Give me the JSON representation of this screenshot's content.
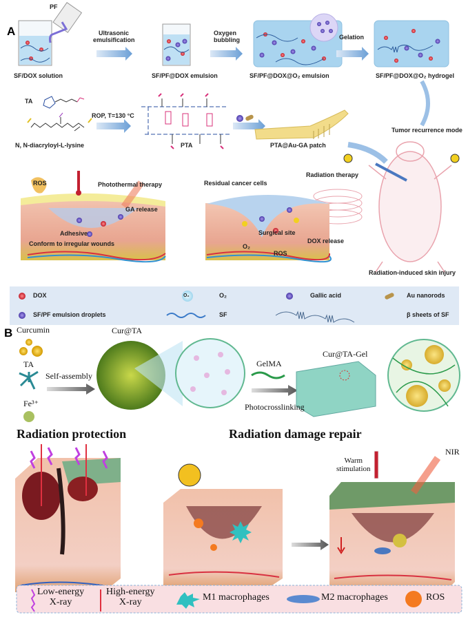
{
  "panel_a": {
    "label": "A",
    "pf": "PF",
    "steps": [
      "SF/DOX solution",
      "SF/PF@DOX emulsion",
      "SF/PF@DOX@O₂ emulsion",
      "SF/PF@DOX@O₂ hydrogel"
    ],
    "arrows": [
      "Ultrasonic emulsification",
      "Oxygen bubbling",
      "Gelation"
    ],
    "ta": "TA",
    "lysine": "N, N-diacryloyl-L-lysine",
    "rop": "ROP, T=130 °C",
    "pta": "PTA",
    "patch": "PTA@Au-GA patch",
    "tumor_mode": "Tumor recurrence mode",
    "radiation_therapy": "Radiation therapy",
    "skin_injury": "Radiation-induced skin injury",
    "left_skin": {
      "ros": "ROS",
      "photothermal": "Photothermal therapy",
      "ga_release": "GA release",
      "adhesive": "Adhesive",
      "conform": "Conform to irregular wounds"
    },
    "mid_skin": {
      "residual": "Residual cancer cells",
      "surgical": "Surgical site",
      "o2": "O₂",
      "ros": "ROS",
      "dox_release": "DOX release"
    },
    "legend": {
      "dox": "DOX",
      "o2_icon": "O₂",
      "o2": "O₂",
      "gallic": "Gallic acid",
      "au": "Au nanorods",
      "droplets": "SF/PF emulsion droplets",
      "sf": "SF",
      "beta": "β sheets of  SF"
    }
  },
  "panel_b": {
    "label": "B",
    "curcumin": "Curcumin",
    "ta": "TA",
    "fe": "Fe³⁺",
    "self_assembly": "Self-assembly",
    "cur_ta": "Cur@TA",
    "gelma": "GelMA",
    "photocrosslinking": "Photocrosslinking",
    "cur_ta_gel": "Cur@TA-Gel",
    "heading_protection": "Radiation protection",
    "heading_repair": "Radiation damage repair",
    "warm": "Warm\nstimulation",
    "warm_l1": "Warm",
    "warm_l2": "stimulation",
    "nir": "NIR",
    "legend": {
      "low_l1": "Low-energy",
      "low_l2": "X-ray",
      "high_l1": "High-energy",
      "high_l2": "X-ray",
      "m1": "M1 macrophages",
      "m2": "M2 macrophages",
      "ros": "ROS"
    }
  },
  "colors": {
    "dox": "#d8303a",
    "droplet": "#6b5bc4",
    "gel": "#a9d4ef",
    "skin": "#eab7a0",
    "fat": "#e0c23a",
    "legend_bg": "#dfe9f5",
    "legend_b_bg": "#f9dfe2"
  }
}
